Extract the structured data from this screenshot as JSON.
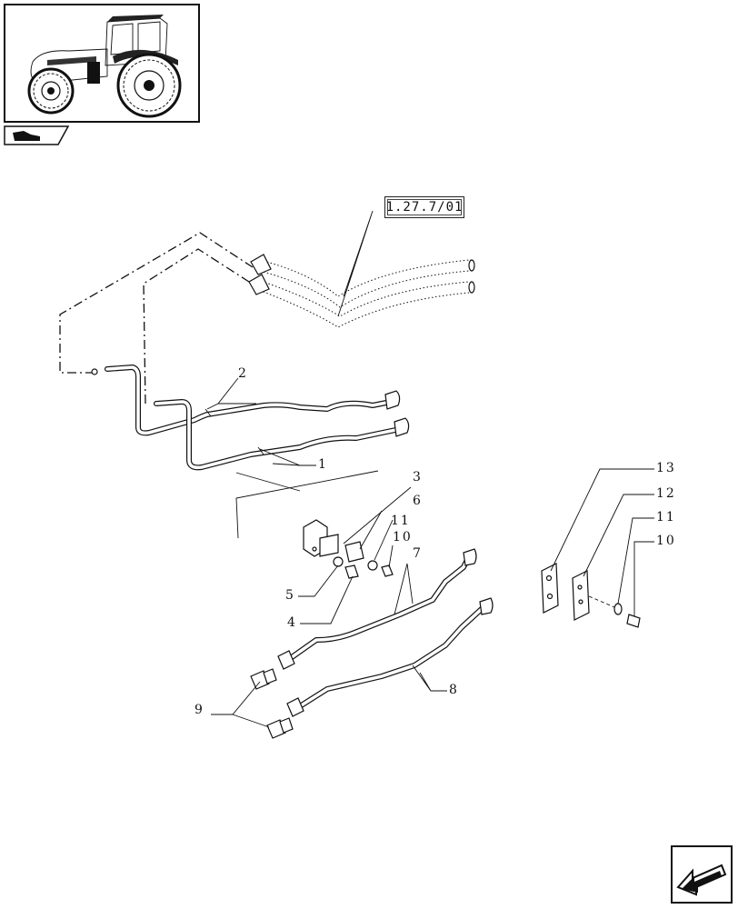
{
  "header": {
    "reference_code": "1.27.7/01"
  },
  "callouts": [
    {
      "id": "2",
      "text": "2"
    },
    {
      "id": "1",
      "text": "1"
    },
    {
      "id": "3",
      "text": "3"
    },
    {
      "id": "6",
      "text": "6"
    },
    {
      "id": "11a",
      "text": "11"
    },
    {
      "id": "10a",
      "text": "10"
    },
    {
      "id": "7",
      "text": "7"
    },
    {
      "id": "5",
      "text": "5"
    },
    {
      "id": "4",
      "text": "4"
    },
    {
      "id": "9",
      "text": "9"
    },
    {
      "id": "8",
      "text": "8"
    },
    {
      "id": "13",
      "text": "13"
    },
    {
      "id": "12",
      "text": "12"
    },
    {
      "id": "11b",
      "text": "11"
    },
    {
      "id": "10b",
      "text": "10"
    }
  ],
  "icons": {
    "thumbnail": "tractor-thumbnail-icon",
    "category": "category-tab-icon",
    "navigation": "next-page-arrow-icon"
  }
}
